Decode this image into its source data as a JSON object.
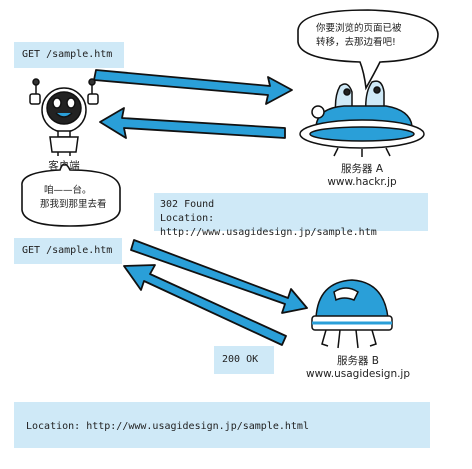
{
  "messages": {
    "req1": "GET /sample.htm",
    "resp1_line1": "302 Found",
    "resp1_line2": "Location: http://www.usagidesign.jp/sample.htm",
    "req2": "GET /sample.htm",
    "resp2": "200 OK",
    "footer": "Location: http://www.usagidesign.jp/sample.html"
  },
  "client": {
    "label": "客户端",
    "bubble_line1": "咱——台。",
    "bubble_line2": "那我到那里去看"
  },
  "server_a": {
    "label": "服务器 A",
    "host": "www.hackr.jp",
    "bubble_line1": "你要浏览的页面已被",
    "bubble_line2": "转移，去那边看吧!"
  },
  "server_b": {
    "label": "服务器 B",
    "host": "www.usagidesign.jp"
  },
  "colors": {
    "arrow": "#2a9fd8",
    "box": "#cfe9f7"
  }
}
